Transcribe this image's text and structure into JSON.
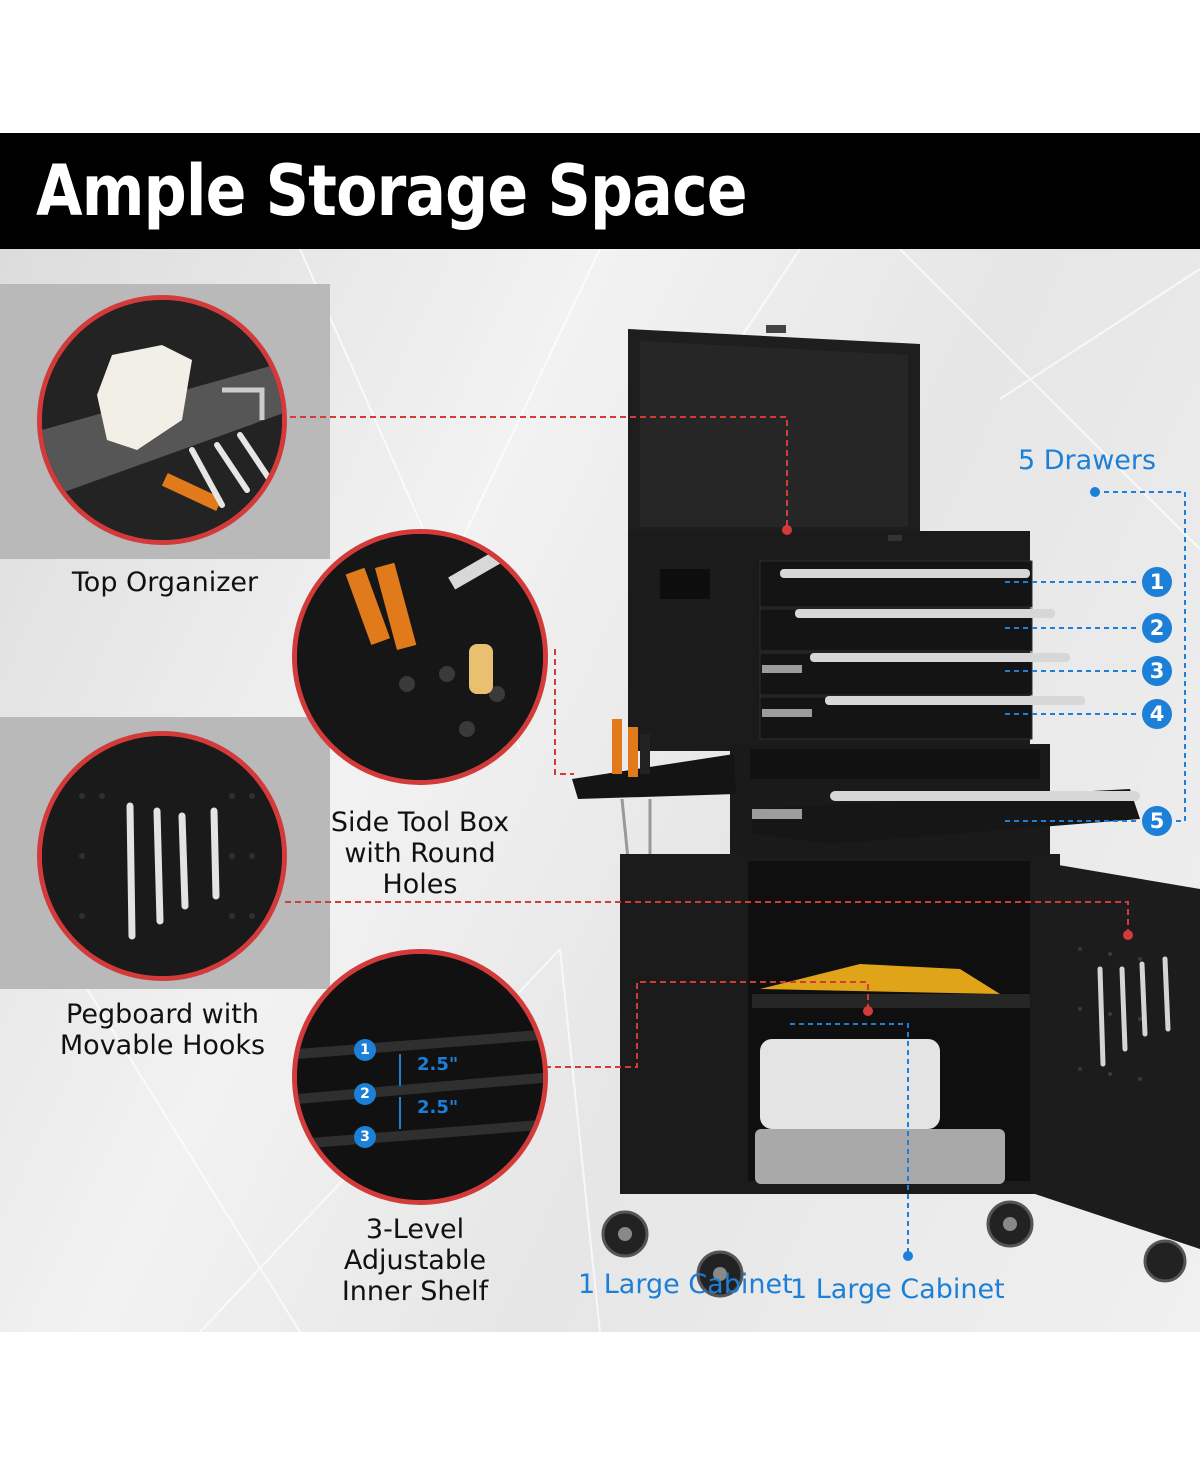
{
  "banner": {
    "title": "Ample Storage Space"
  },
  "features": [
    {
      "label": "Top Organizer"
    },
    {
      "label": "Side Tool Box with Round Holes"
    },
    {
      "label": "Pegboard with Movable Hooks"
    },
    {
      "label": "3-Level Adjustable Inner Shelf"
    }
  ],
  "drawers": {
    "label": "5 Drawers",
    "numbers": [
      "1",
      "2",
      "3",
      "4",
      "5"
    ]
  },
  "cabinet": {
    "label": "1 Large Cabinet",
    "label_ghost": "1 Large Cabinet"
  },
  "shelf_callout": {
    "levels": [
      "1",
      "2",
      "3"
    ],
    "gaps": [
      "2.5\"",
      "2.5\""
    ]
  },
  "colors": {
    "accent_red": "#d33b3b",
    "accent_blue": "#1c7fd8",
    "banner_bg": "#000000",
    "cabinet": "#1b1b1b"
  }
}
